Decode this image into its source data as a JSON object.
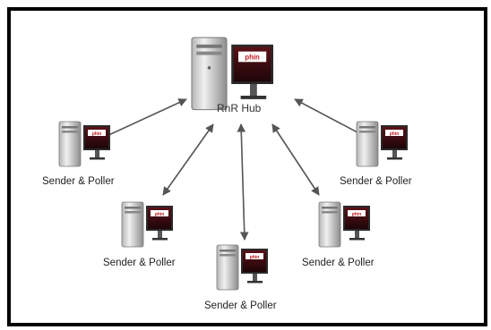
{
  "hub": {
    "label": "RnR Hub",
    "monitor_logo": "phin"
  },
  "nodes": [
    {
      "id": "left-upper",
      "label": "Sender & Poller",
      "monitor_logo": "phin"
    },
    {
      "id": "left-lower",
      "label": "Sender & Poller",
      "monitor_logo": "phin"
    },
    {
      "id": "center-bottom",
      "label": "Sender & Poller",
      "monitor_logo": "phin"
    },
    {
      "id": "right-lower",
      "label": "Sender & Poller",
      "monitor_logo": "phin"
    },
    {
      "id": "right-upper",
      "label": "Sender & Poller",
      "monitor_logo": "phin"
    }
  ],
  "colors": {
    "frame": "#000000",
    "arrow": "#555555",
    "case_light": "#e6e6e6",
    "case_dark": "#9a9a9a",
    "screen": "#3a0d10",
    "logo_bar": "#c0181e"
  },
  "icons": {
    "computer": "desktop-computer-icon",
    "arrow": "double-headed-arrow"
  }
}
